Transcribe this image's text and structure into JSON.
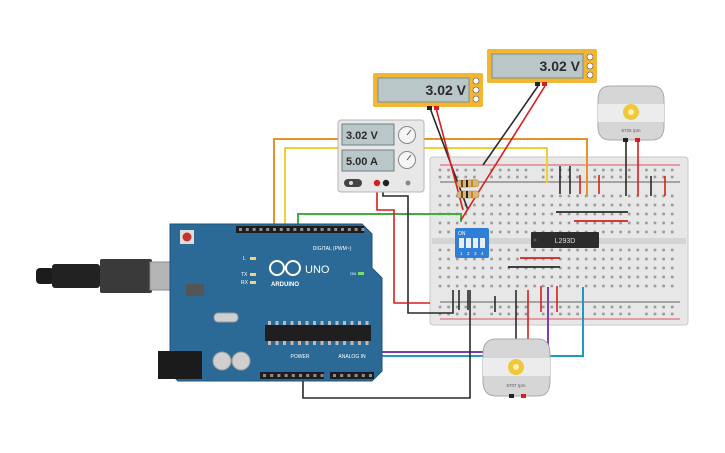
{
  "multimeters": [
    {
      "reading": "3.02 V"
    },
    {
      "reading": "3.02 V"
    }
  ],
  "power_supply": {
    "voltage": "3.02 V",
    "current": "5.00 A"
  },
  "motors": [
    {
      "speed": "6725 rpm"
    },
    {
      "speed": "6707 rpm"
    }
  ],
  "arduino": {
    "brand": "ARDUINO",
    "model": "UNO",
    "digital_label": "DIGITAL (PWM~)",
    "power_label": "POWER",
    "analog_label": "ANALOG IN",
    "on_label": "ON",
    "tx_label": "TX",
    "rx_label": "RX",
    "l_label": "L"
  },
  "dip_switch": {
    "on_label": "ON",
    "numbers": [
      "1",
      "2",
      "3",
      "4"
    ]
  },
  "driver_chip": {
    "label": "L293D"
  },
  "colors": {
    "arduino_board": "#2b6a97",
    "breadboard": "#e6e6e6",
    "wire_orange": "#e8902a",
    "wire_yellow": "#f2d033",
    "wire_green": "#3fae3f",
    "wire_red": "#d81e1e",
    "wire_black": "#2a2a2a",
    "wire_purple": "#7a3fb0",
    "wire_teal": "#1f9bb8",
    "meter_frame": "#f2b632",
    "dip_switch": "#2f7fd8"
  }
}
